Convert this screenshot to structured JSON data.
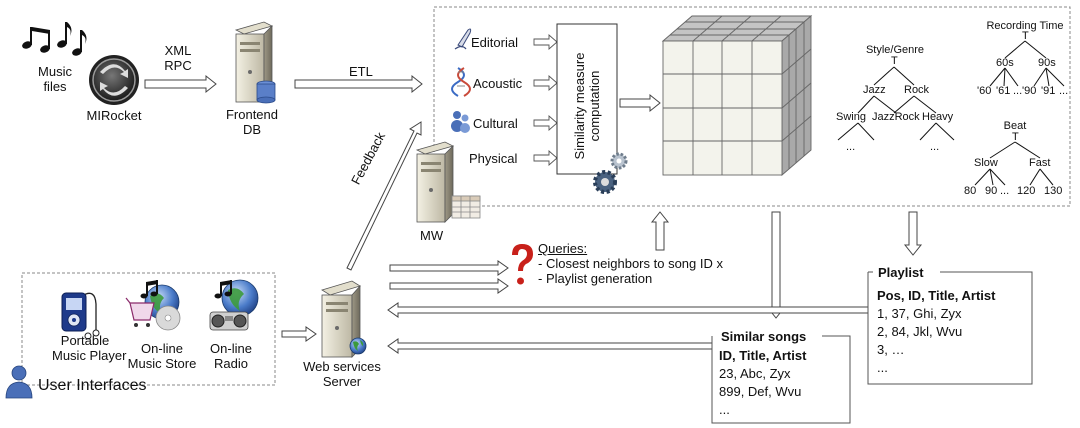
{
  "left": {
    "music_files": [
      "Music",
      "files"
    ],
    "mirocket": "MIRocket",
    "xml_rpc": [
      "XML",
      "RPC"
    ],
    "frontend_db": [
      "Frontend",
      "DB"
    ],
    "etl": "ETL",
    "feedback": "Feedback",
    "mw": "MW"
  },
  "sources": [
    "Editorial",
    "Acoustic",
    "Cultural",
    "Physical"
  ],
  "similarity_box": [
    "Similarity measure",
    "computation"
  ],
  "taxonomies": {
    "style": {
      "title": "Style/Genre",
      "root": "T",
      "level1": [
        "Jazz",
        "Rock"
      ],
      "level2": [
        "Swing",
        "JazzRock",
        "Heavy"
      ],
      "ellipsis": "..."
    },
    "recording": {
      "title": "Recording Time",
      "root": "T",
      "level1": [
        "60s",
        "90s"
      ],
      "level2": [
        "'60",
        "'61",
        "...",
        "'90",
        "'91",
        "..."
      ]
    },
    "beat": {
      "title": "Beat",
      "root": "T",
      "level1": [
        "Slow",
        "Fast"
      ],
      "level2": [
        "80",
        "90",
        "...",
        "120",
        "130"
      ]
    }
  },
  "queries": {
    "title": "Queries:",
    "items": [
      "- Closest neighbors to song ID x",
      "- Playlist generation"
    ]
  },
  "user_interfaces": {
    "caption": "User Interfaces",
    "devices": [
      {
        "label": [
          "Portable",
          "Music Player"
        ]
      },
      {
        "label": [
          "On-line",
          "Music Store"
        ]
      },
      {
        "label": [
          "On-line",
          "Radio"
        ]
      }
    ]
  },
  "server": [
    "Web services",
    "Server"
  ],
  "playlist": {
    "title": "Playlist",
    "header": "Pos, ID, Title, Artist",
    "rows": [
      "1, 37, Ghi, Zyx",
      "2, 84, Jkl, Wvu",
      "3, …",
      "..."
    ]
  },
  "similar": {
    "title": "Similar songs",
    "header": "ID, Title, Artist",
    "rows": [
      "23, Abc, Zyx",
      "899, Def, Wvu",
      "..."
    ]
  }
}
